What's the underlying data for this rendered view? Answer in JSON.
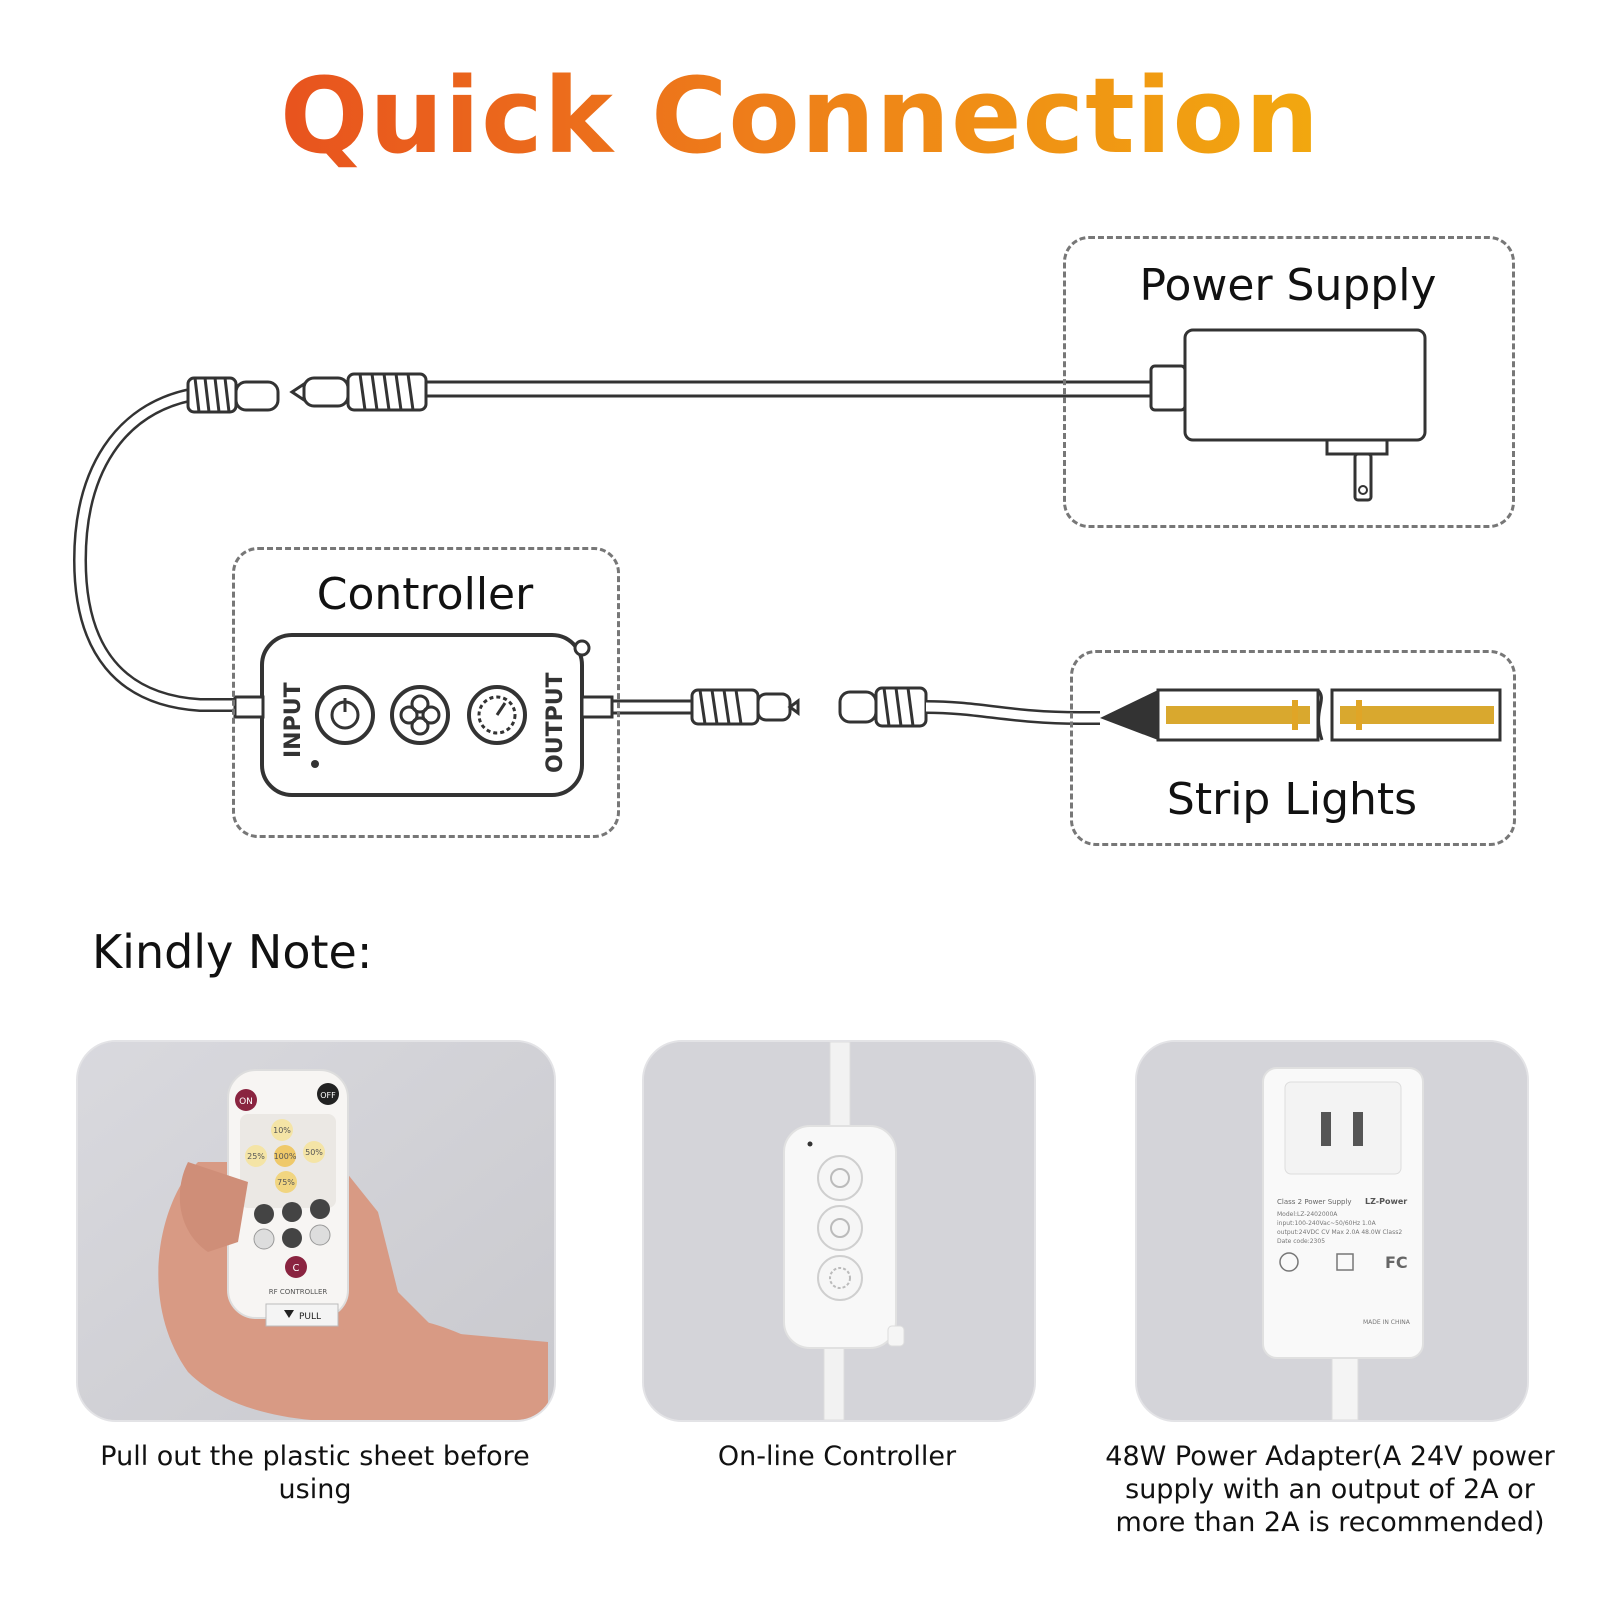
{
  "title": "Quick Connection",
  "colors": {
    "title_start": "#e8531e",
    "title_end": "#f2a80f",
    "strip": "#d9a82e"
  },
  "diagram": {
    "power_supply_label": "Power Supply",
    "controller_label": "Controller",
    "strip_lights_label": "Strip Lights",
    "controller_input_text": "INPUT",
    "controller_output_text": "OUTPUT"
  },
  "note": {
    "heading": "Kindly Note:",
    "items": [
      {
        "caption": "Pull out the plastic sheet before using",
        "remote": {
          "on": "ON",
          "off": "OFF",
          "levels": [
            "10%",
            "25%",
            "100%",
            "50%",
            "75%"
          ],
          "brand": "RF CONTROLLER",
          "pull": "PULL"
        }
      },
      {
        "caption": "On-line Controller"
      },
      {
        "caption_lines": [
          "48W Power Adapter(A 24V power",
          "supply with an output of 2A or",
          "more than 2A is recommended)"
        ],
        "adapter": {
          "label_title": "Class 2 Power Supply",
          "brand": "LZ-Power",
          "spec_lines": [
            "Model:LZ-2402000A",
            "input:100-240Vac~50/60Hz 1.0A",
            "output:24VDC CV Max 2.0A 48.0W Class2",
            "Date code:2305"
          ],
          "made_in": "MADE IN CHINA",
          "cert": "FC"
        }
      }
    ]
  }
}
